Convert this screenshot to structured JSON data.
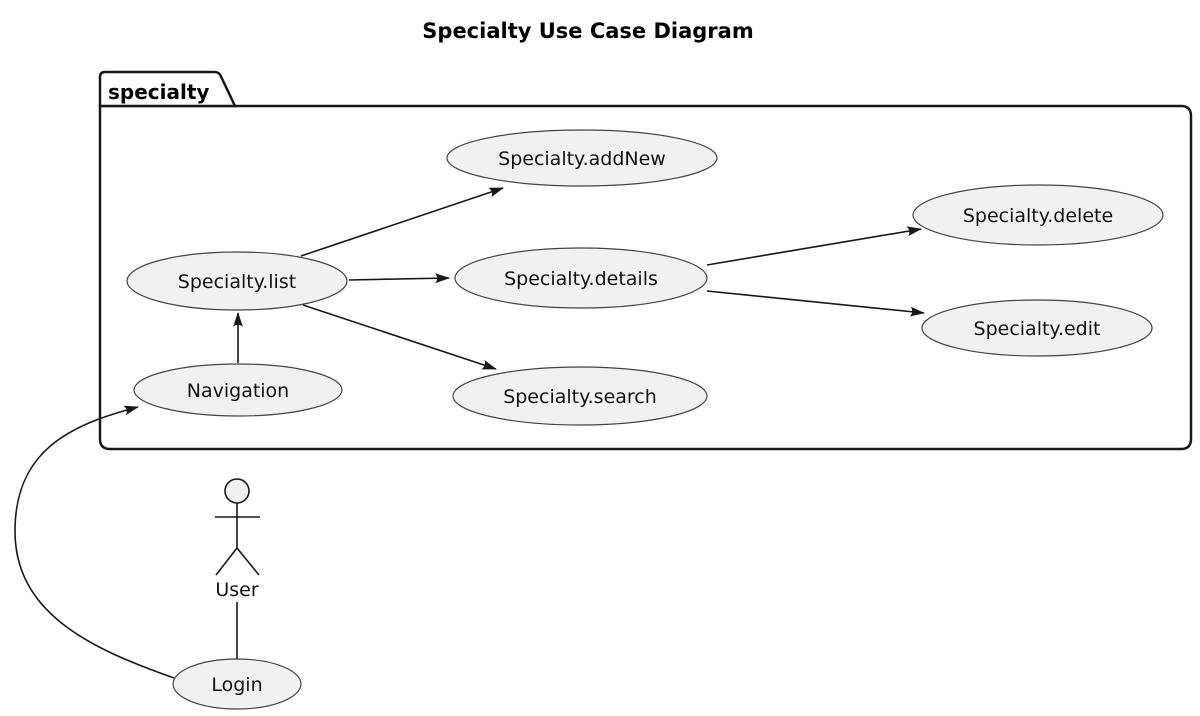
{
  "title": "Specialty Use Case Diagram",
  "diagram_type": "uml-use-case",
  "package": {
    "label": "specialty"
  },
  "actor": {
    "label": "User"
  },
  "nodes": {
    "addNew": {
      "label": "Specialty.addNew"
    },
    "delete": {
      "label": "Specialty.delete"
    },
    "list": {
      "label": "Specialty.list"
    },
    "details": {
      "label": "Specialty.details"
    },
    "edit": {
      "label": "Specialty.edit"
    },
    "navigation": {
      "label": "Navigation"
    },
    "search": {
      "label": "Specialty.search"
    },
    "login": {
      "label": "Login"
    }
  },
  "edges": [
    {
      "from": "Specialty.list",
      "to": "Specialty.addNew",
      "style": "arrow"
    },
    {
      "from": "Specialty.list",
      "to": "Specialty.details",
      "style": "arrow"
    },
    {
      "from": "Specialty.list",
      "to": "Specialty.search",
      "style": "arrow"
    },
    {
      "from": "Specialty.details",
      "to": "Specialty.delete",
      "style": "arrow"
    },
    {
      "from": "Specialty.details",
      "to": "Specialty.edit",
      "style": "arrow"
    },
    {
      "from": "Navigation",
      "to": "Specialty.list",
      "style": "arrow"
    },
    {
      "from": "User",
      "to": "Login",
      "style": "plain-line"
    },
    {
      "from": "Login",
      "to": "Navigation",
      "style": "curved-arrow"
    }
  ],
  "colors": {
    "node_fill": "#f1f1f1",
    "stroke": "#181818",
    "background": "#ffffff",
    "text": "#000000"
  }
}
